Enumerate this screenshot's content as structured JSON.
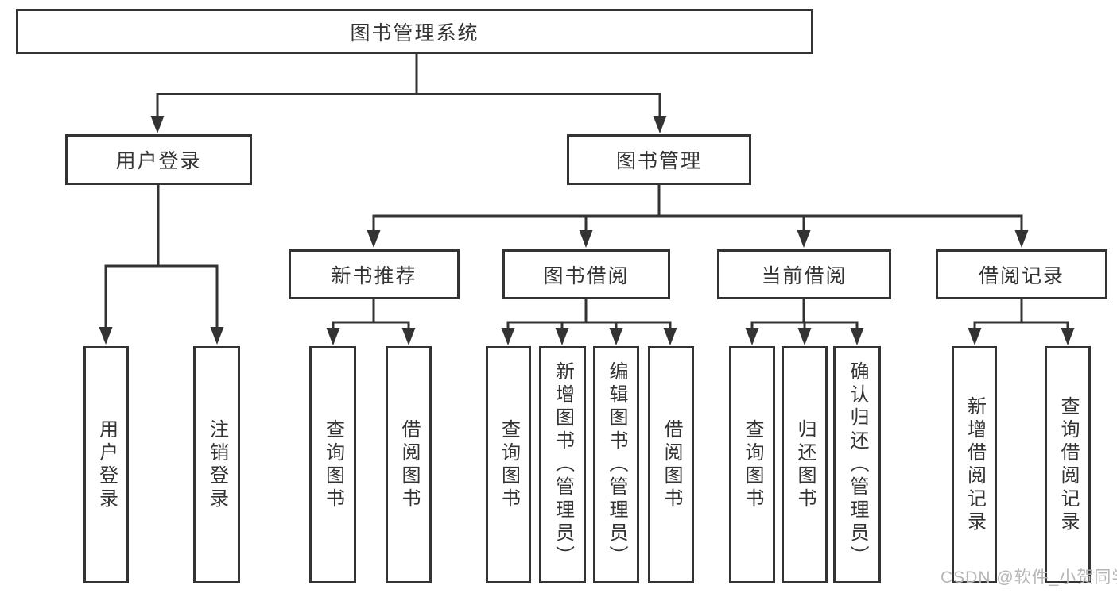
{
  "diagram": {
    "title": "图书管理系统",
    "branches": {
      "user": {
        "label": "用户登录",
        "children": [
          "用户登录",
          "注销登录"
        ]
      },
      "book": {
        "label": "图书管理",
        "groups": [
          {
            "label": "新书推荐",
            "children": [
              "查询图书",
              "借阅图书"
            ]
          },
          {
            "label": "图书借阅",
            "children": [
              "查询图书",
              "新增图书（管理员）",
              "编辑图书（管理员）",
              "借阅图书"
            ]
          },
          {
            "label": "当前借阅",
            "children": [
              "查询图书",
              "归还图书",
              "确认归还（管理员）"
            ]
          },
          {
            "label": "借阅记录",
            "children": [
              "新增借阅记录",
              "查询借阅记录"
            ]
          }
        ]
      }
    }
  },
  "colors": {
    "line": "#333333",
    "text": "#333333",
    "watermark": "#b6b6b6"
  },
  "watermark": "CSDN @软件_小贺同学"
}
